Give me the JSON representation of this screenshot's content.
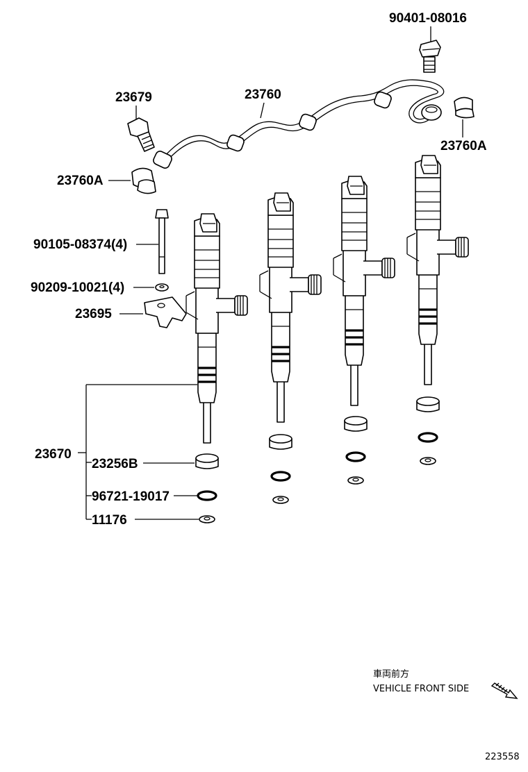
{
  "labels": {
    "bolt_top": "90401-08016",
    "union_bolt": "23679",
    "fuel_pipe": "23760",
    "clamp_right": "23760A",
    "clamp_left": "23760A",
    "injector_bolt": "90105-08374(4)",
    "washer": "90209-10021(4)",
    "clamp_plate": "23695",
    "injector_assy": "23670",
    "seat": "23256B",
    "o_ring": "96721-19017",
    "gasket": "11176"
  },
  "direction": {
    "japanese": "車両前方",
    "english": "VEHICLE FRONT SIDE"
  },
  "diagram_id": "223558"
}
